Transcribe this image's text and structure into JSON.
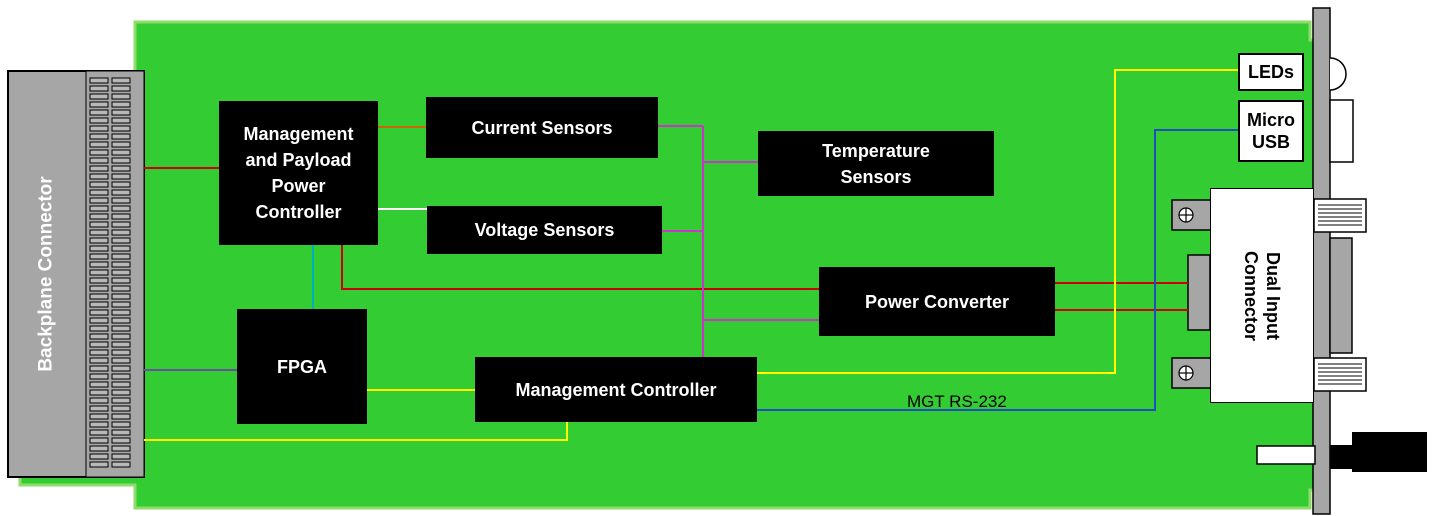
{
  "blocks": {
    "backplane_connector": "Backplane Connector",
    "mgmt_payload_power_controller": "Management and Payload Power Controller",
    "current_sensors": "Current Sensors",
    "voltage_sensors": "Voltage Sensors",
    "temperature_sensors": "Temperature Sensors",
    "fpga": "FPGA",
    "management_controller": "Management Controller",
    "power_converter": "Power Converter",
    "leds": "LEDs",
    "micro_usb": "Micro USB",
    "dual_input_connector": "Dual Input Connector"
  },
  "wire_labels": {
    "mgt_rs232": "MGT RS-232"
  },
  "colors": {
    "pcb": "#33cc33",
    "pcb_border": "#8fdc6a",
    "power_wire": "#cc0000",
    "i2c_wire": "#cc33cc",
    "uart_wire": "#ffff00",
    "usb_wire": "#1f4fbf",
    "fpga_link": "#6b4f9f",
    "jtag_wire": "#00b0c0",
    "current_sense_wire": "#cc6600",
    "voltage_sense_wire": "#ffffff",
    "faceplate": "#a6a6a6"
  }
}
